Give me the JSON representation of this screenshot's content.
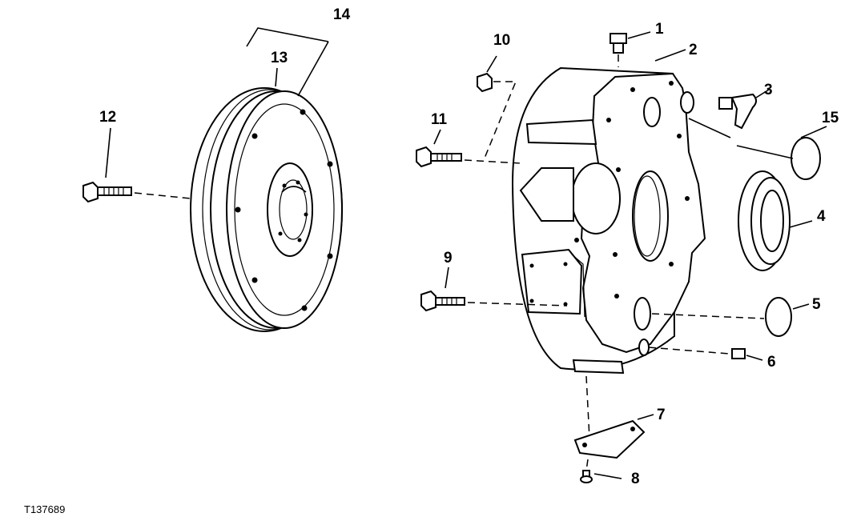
{
  "figure_id": "T137689",
  "callouts": {
    "c1": "1",
    "c2": "2",
    "c3": "3",
    "c4": "4",
    "c5": "5",
    "c6": "6",
    "c7": "7",
    "c8": "8",
    "c9": "9",
    "c10": "10",
    "c11": "11",
    "c12": "12",
    "c13": "13",
    "c14": "14",
    "c15": "15"
  },
  "colors": {
    "ink": "#000000",
    "paper": "#ffffff"
  }
}
